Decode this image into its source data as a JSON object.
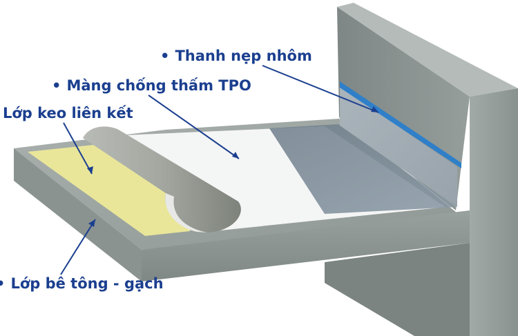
{
  "labels": {
    "aluminum_strip": "Thanh nẹp nhôm",
    "tpo_membrane": "Màng chống thấm TPO",
    "adhesive_layer": "Lớp keo liên kết",
    "concrete_layer": "Lớp bê tông - gạch"
  },
  "bullet": "•",
  "colors": {
    "label_text": "#1b3f8f",
    "leader_line": "#1b3f8f",
    "concrete": "#9aa3a0",
    "adhesive": "#e9e69a",
    "membrane": "#f4f5f5",
    "aluminum_strip": "#2f7fc9"
  }
}
